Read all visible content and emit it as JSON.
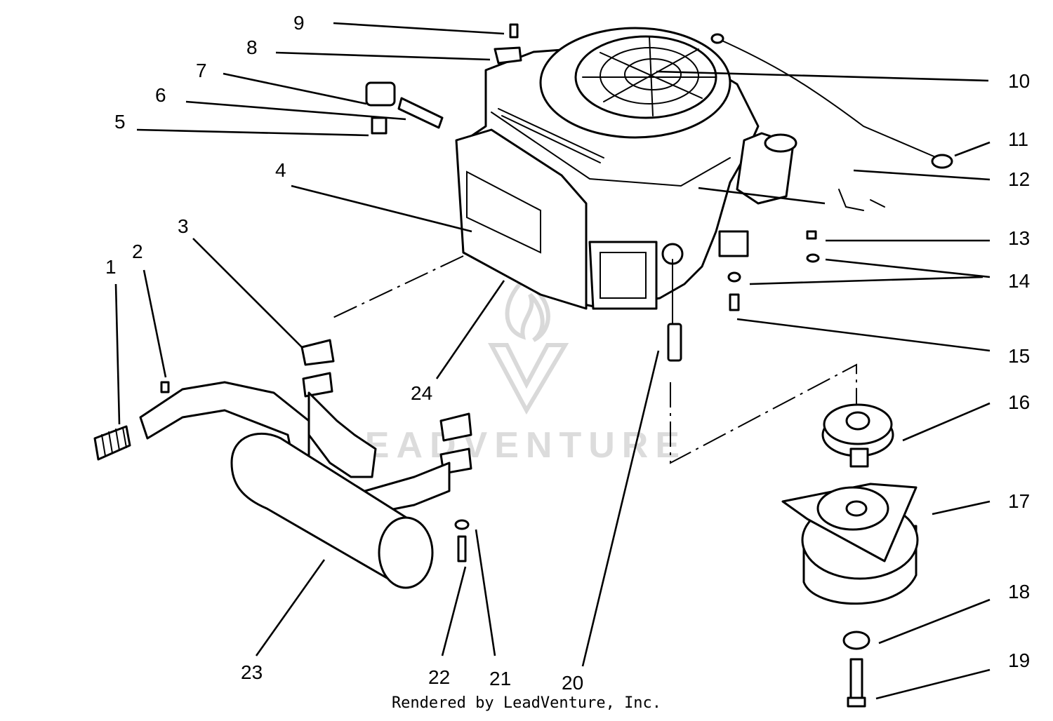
{
  "watermark": {
    "text": "LEADVENTURE"
  },
  "footer": {
    "credit": "Rendered by LeadVenture, Inc."
  },
  "callouts": [
    {
      "num": "1"
    },
    {
      "num": "2"
    },
    {
      "num": "3"
    },
    {
      "num": "4"
    },
    {
      "num": "5"
    },
    {
      "num": "6"
    },
    {
      "num": "7"
    },
    {
      "num": "8"
    },
    {
      "num": "9"
    },
    {
      "num": "10"
    },
    {
      "num": "11"
    },
    {
      "num": "12"
    },
    {
      "num": "13"
    },
    {
      "num": "14"
    },
    {
      "num": "15"
    },
    {
      "num": "16"
    },
    {
      "num": "17"
    },
    {
      "num": "18"
    },
    {
      "num": "19"
    },
    {
      "num": "20"
    },
    {
      "num": "21"
    },
    {
      "num": "22"
    },
    {
      "num": "23"
    },
    {
      "num": "24"
    }
  ]
}
